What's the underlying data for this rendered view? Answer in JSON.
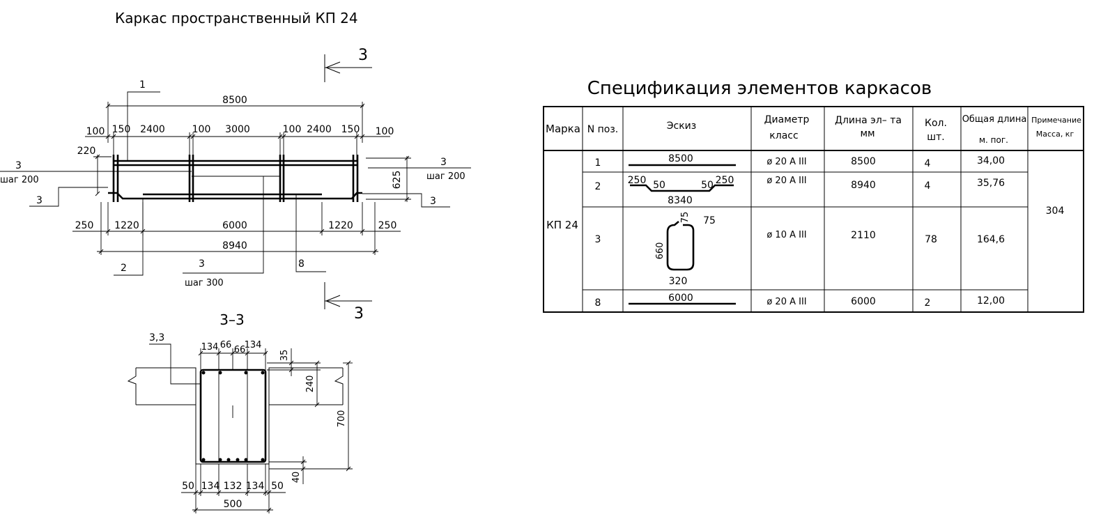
{
  "drawing": {
    "title": "Каркас пространственный КП 24",
    "section_mark": "3",
    "section_title": "3–3",
    "elevation": {
      "total_top": "8500",
      "top_segments": [
        "150",
        "2400",
        "100",
        "3000",
        "100",
        "2400",
        "150"
      ],
      "top_edges": [
        "100",
        "100"
      ],
      "left_220": "220",
      "right_625": "625",
      "bottom_segments": [
        "250",
        "1220",
        "6000",
        "1220",
        "250"
      ],
      "total_bottom": "8940",
      "leader_pos1": "1",
      "leader_pos2": "2",
      "leader_pos3": "3",
      "leader_pos8": "8",
      "step_200": "шаг 200",
      "step_300": "шаг 300"
    },
    "section": {
      "leader_33": "3,3",
      "top_dims": [
        "134",
        "66",
        "66",
        "134"
      ],
      "dim_35": "35",
      "dim_240": "240",
      "dim_700": "700",
      "dim_40": "40",
      "bottom_dims": [
        "50",
        "134",
        "132",
        "134",
        "50"
      ],
      "width": "500"
    }
  },
  "spec": {
    "title": "Спецификация элементов каркасов",
    "headers": {
      "mark": "Марка",
      "pos": "N поз.",
      "sketch": "Эскиз",
      "diam_line1": "Диаметр",
      "diam_line2": "класс",
      "len_line1": "Длина эл– та",
      "len_line2": "мм",
      "qty_line1": "Кол.",
      "qty_line2": "шт.",
      "total_line1": "Общая длина",
      "total_line2": "м. пог.",
      "note_line1": "Примечание",
      "note_line2": "Масса, кг"
    },
    "mark": "КП 24",
    "mass": "304",
    "rows": [
      {
        "pos": "1",
        "sketch": "8500",
        "diam": "ø 20 А III",
        "len": "8500",
        "qty": "4",
        "total": "34,00"
      },
      {
        "pos": "2",
        "sketch_left": "250",
        "sketch_50a": "50",
        "sketch_50b": "50",
        "sketch_right": "250",
        "sketch": "8340",
        "diam": "ø 20 А III",
        "len": "8940",
        "qty": "4",
        "total": "35,76"
      },
      {
        "pos": "3",
        "sketch_75a": "75",
        "sketch_75b": "75",
        "sketch_660": "660",
        "sketch": "320",
        "diam": "ø 10 А III",
        "len": "2110",
        "qty": "78",
        "total": "164,6"
      },
      {
        "pos": "8",
        "sketch": "6000",
        "diam": "ø 20 А III",
        "len": "6000",
        "qty": "2",
        "total": "12,00"
      }
    ]
  }
}
